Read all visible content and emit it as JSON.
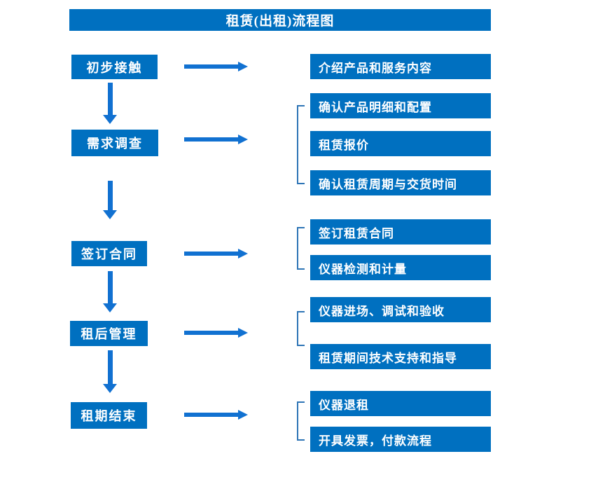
{
  "title": "租赁(出租)流程图",
  "colors": {
    "box_blue": "#0070C0",
    "arrow_blue": "#1171D1",
    "bracket_blue": "#2E75B6",
    "text_white": "#FFFFFF"
  },
  "steps": [
    {
      "label": "初步接触",
      "details": [
        "介绍产品和服务内容"
      ]
    },
    {
      "label": "需求调查",
      "details": [
        "确认产品明细和配置",
        "租赁报价",
        "确认租赁周期与交货时间"
      ]
    },
    {
      "label": "签订合同",
      "details": [
        "签订租赁合同",
        "仪器检测和计量"
      ]
    },
    {
      "label": "租后管理",
      "details": [
        "仪器进场、调试和验收",
        "租赁期间技术支持和指导"
      ]
    },
    {
      "label": "租期结束",
      "details": [
        "仪器退租",
        "开具发票，付款流程"
      ]
    }
  ]
}
